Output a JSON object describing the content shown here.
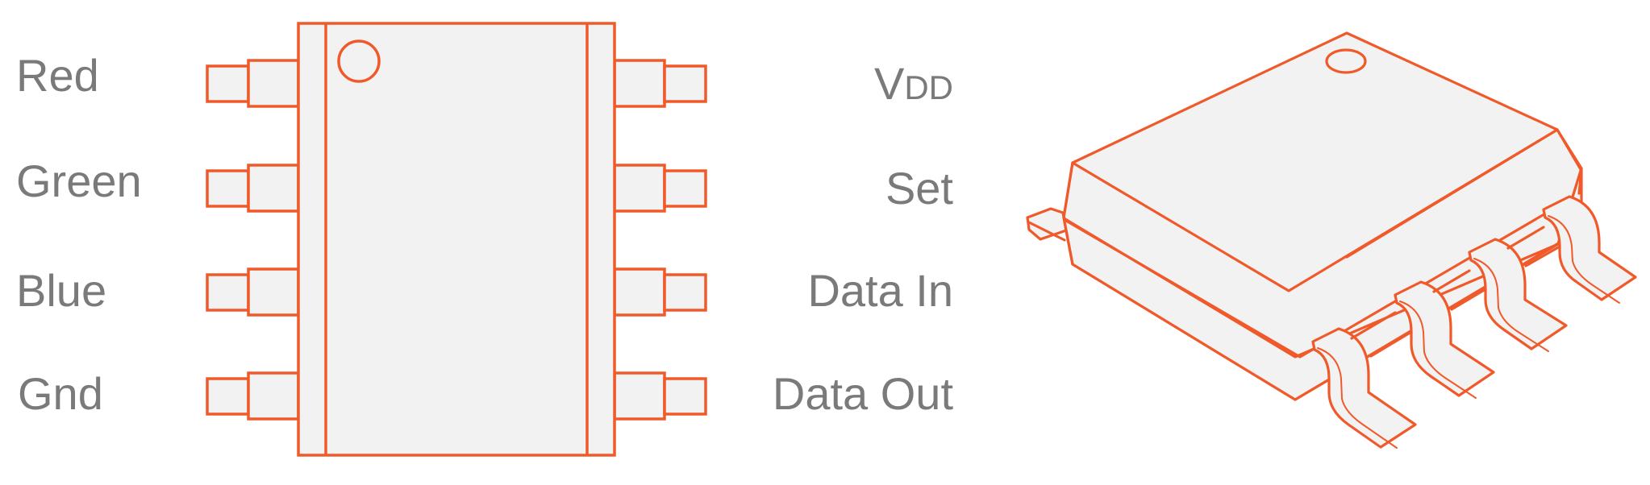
{
  "colors": {
    "accent": "#f05a2a",
    "body_fill": "#f2f2f2",
    "label": "#7a7a7a",
    "background": "#ffffff"
  },
  "left_pins": [
    "Red",
    "Green",
    "Blue",
    "Gnd"
  ],
  "right_pins": {
    "vdd": {
      "main": "V",
      "sub": "DD"
    },
    "others": [
      "Set",
      "Data In",
      "Data Out"
    ]
  }
}
